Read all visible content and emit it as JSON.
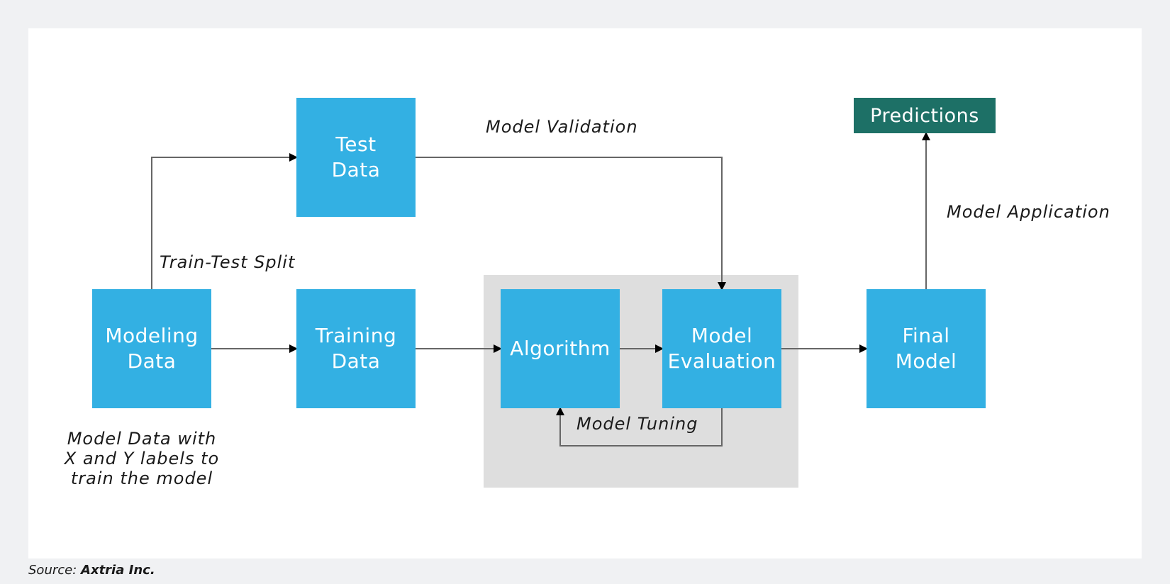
{
  "nodes": {
    "modeling_data": "Modeling\nData",
    "training_data": "Training\nData",
    "test_data": "Test\nData",
    "algorithm": "Algorithm",
    "model_evaluation": "Model\nEvaluation",
    "final_model": "Final\nModel",
    "predictions": "Predictions"
  },
  "edge_labels": {
    "model_validation": "Model Validation",
    "train_test_split": "Train-Test Split",
    "model_tuning": "Model Tuning",
    "model_application": "Model Application"
  },
  "annotations": {
    "model_data_note": "Model Data with\nX and Y labels to\ntrain the model"
  },
  "source": {
    "prefix": "Source:",
    "name": "Axtria Inc."
  },
  "colors": {
    "node_blue": "#33b0e3",
    "predictions_green": "#1d7066",
    "group_gray": "#dedede",
    "background": "#f0f1f3"
  }
}
